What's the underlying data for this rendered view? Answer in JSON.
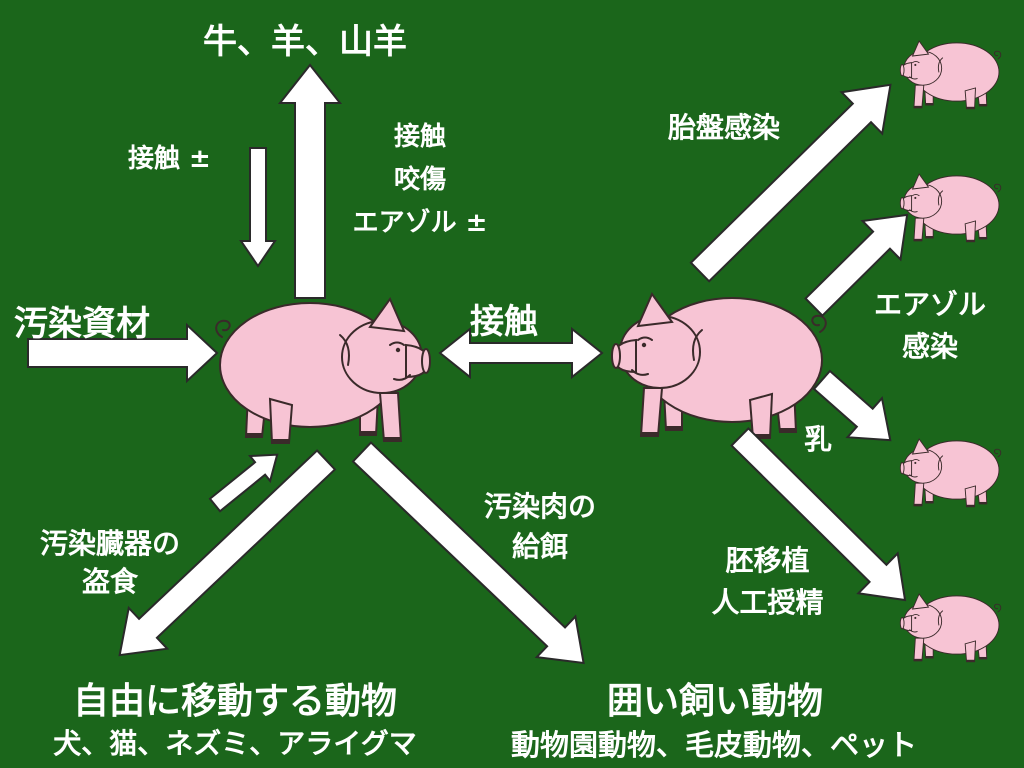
{
  "colors": {
    "background": "#1b661b",
    "text": "#ffffff",
    "arrow": "#ffffff",
    "pig": "#f7c4d4"
  },
  "icons": [
    "pig-icon"
  ],
  "top": {
    "title": "牛、羊、山羊",
    "down_label": "接触 ±",
    "up_label": [
      "接触",
      "咬傷",
      "エアゾル ±"
    ]
  },
  "left": {
    "source_label": "汚染資材"
  },
  "center": {
    "contact_label": "接触"
  },
  "transmission": {
    "placental": "胎盤感染",
    "aerosol": [
      "エアゾル",
      "感染"
    ],
    "milk": "乳",
    "embryo": [
      "胚移植",
      "人工授精"
    ]
  },
  "free_roaming": {
    "steal_label": [
      "汚染臓器の",
      "盗食"
    ],
    "title": "自由に移動する動物",
    "examples": "犬、猫、ネズミ、アライグマ"
  },
  "captive": {
    "feed_label": [
      "汚染肉の",
      "給餌"
    ],
    "title": "囲い飼い動物",
    "examples": "動物園動物、毛皮動物、ペット"
  }
}
